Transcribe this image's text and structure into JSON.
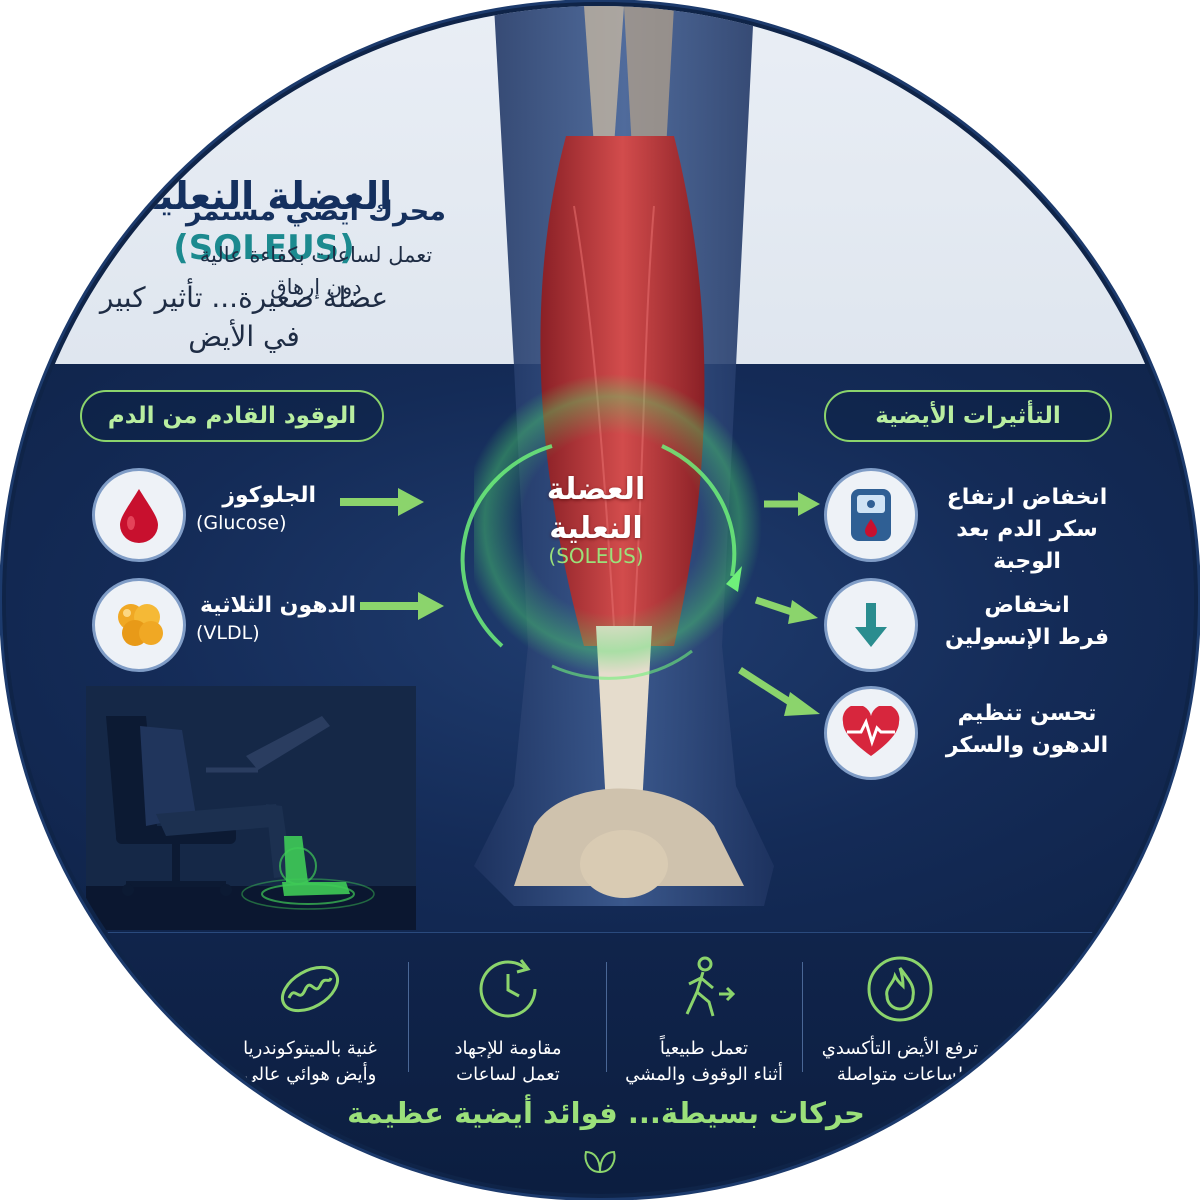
{
  "header": {
    "title": "العضلة النعلية",
    "title_latin": "(SOLEUS)",
    "subtitle_line1": "عضلة صغيرة... تأثير كبير",
    "subtitle_line2": "في الأيض"
  },
  "aerobic": {
    "title": "محرك أيضي مستمر",
    "desc_line1": "تعمل لساعات بكفاءة عالية",
    "desc_line2": "دون إرهاق"
  },
  "fuel": {
    "heading": "الوقود القادم من الدم",
    "items": [
      {
        "label": "الجلوكوز",
        "latin": "(Glucose)",
        "icon": "blood-drop-icon",
        "color": "#c8102e"
      },
      {
        "label": "الدهون الثلاثية",
        "latin": "(VLDL)",
        "icon": "fat-globules-icon",
        "color": "#f0a824"
      }
    ]
  },
  "effects": {
    "heading": "التأثيرات الأيضية",
    "items": [
      {
        "line1": "انخفاض ارتفاع",
        "line2": "سكر الدم بعد الوجبة",
        "icon": "glucometer-icon"
      },
      {
        "line1": "انخفاض",
        "line2": "فرط الإنسولين",
        "icon": "down-arrow-icon"
      },
      {
        "line1": "تحسن تنظيم",
        "line2": "الدهون والسكر",
        "icon": "heartbeat-icon"
      }
    ]
  },
  "center": {
    "label_line1": "العضلة",
    "label_line2": "النعلية",
    "label_latin": "(SOLEUS)"
  },
  "features": [
    {
      "line1": "ترفع الأيض التأكسدي",
      "line2": "لساعات متواصلة",
      "icon": "flame-icon"
    },
    {
      "line1": "تعمل طبيعياً",
      "line2": "أثناء الوقوف والمشي",
      "icon": "walking-person-icon"
    },
    {
      "line1": "مقاومة للإجهاد",
      "line2": "تعمل لساعات",
      "icon": "clock-cycle-icon"
    },
    {
      "line1": "غنية بالميتوكوندريا",
      "line2": "وأيض هوائي عالي",
      "icon": "mitochondria-icon"
    }
  ],
  "footer": {
    "slogan": "حركات بسيطة... فوائد أيضية عظيمة",
    "icon": "leaf-icon"
  },
  "colors": {
    "navy": "#14305f",
    "teal": "#1c8a8f",
    "green": "#8bd46c",
    "muscle_red": "#c23a3a"
  }
}
